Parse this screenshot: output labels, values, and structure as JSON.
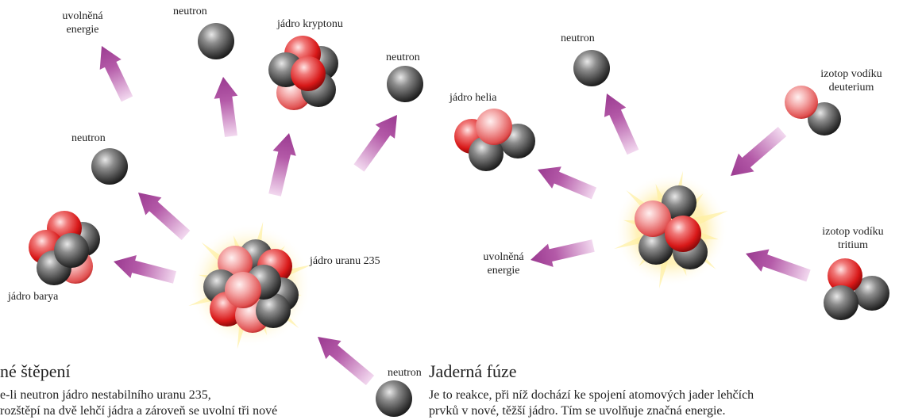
{
  "fission": {
    "labels": {
      "energy": "uvolněná\nenergie",
      "neutron_top": "neutron",
      "krypton": "jádro kryptonu",
      "neutron_right": "neutron",
      "neutron_left": "neutron",
      "uranium": "jádro uranu 235",
      "barium": "jádro barya",
      "neutron_bottom": "neutron"
    },
    "heading": "né štěpení",
    "text_lines": [
      "e-li neutron jádro nestabilního uranu 235,",
      " rozštěpí na dvě lehčí jádra a zároveň se uvolní tři nové"
    ]
  },
  "fusion": {
    "labels": {
      "neutron": "neutron",
      "helium": "jádro helia",
      "deuterium": "izotop vodíku\ndeuterium",
      "tritium": "izotop vodíku\ntritium",
      "energy": "uvolněná\nenergie"
    },
    "heading": "Jaderná fúze",
    "text_lines": [
      "Je to reakce, při níž dochází ke spojení atomových jader lehčích",
      "prvků v nové, těžší jádro. Tím se uvolňuje značná energie."
    ]
  },
  "colors": {
    "proton": "#e01818",
    "neutron_particle": "#5a5a5a",
    "arrow": "#a8489c",
    "glow": "#ffe680"
  }
}
